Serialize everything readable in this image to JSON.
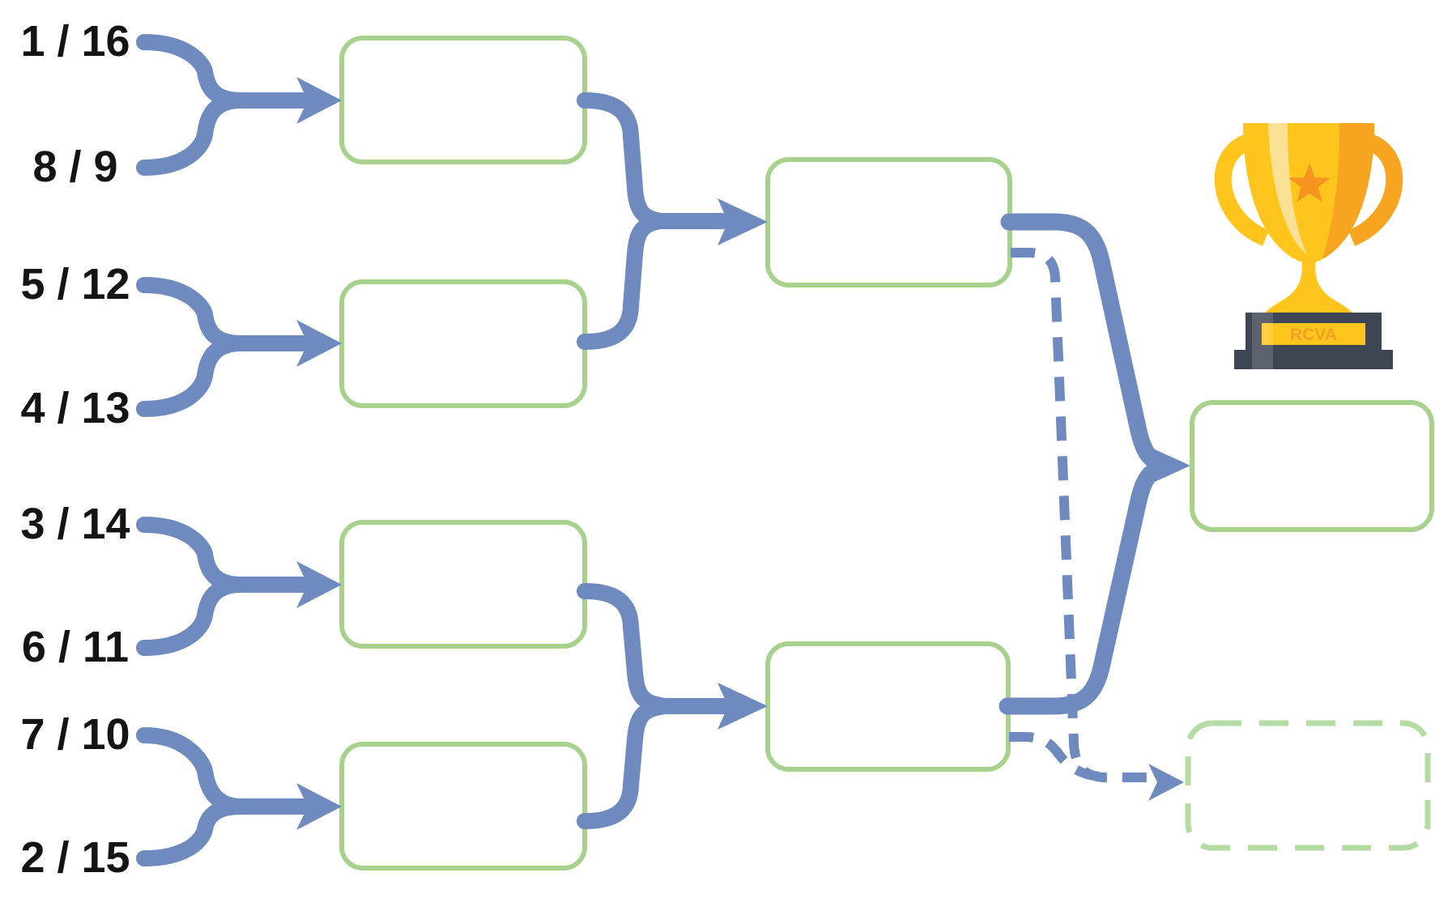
{
  "bracket": {
    "seeds": [
      {
        "label": "1 / 16"
      },
      {
        "label": "8 / 9"
      },
      {
        "label": "5 / 12"
      },
      {
        "label": "4 / 13"
      },
      {
        "label": "3 / 14"
      },
      {
        "label": "6 / 11"
      },
      {
        "label": "7 / 10"
      },
      {
        "label": "2 / 15"
      }
    ]
  },
  "trophy": {
    "plaque_text": "RCVA"
  },
  "colors": {
    "connector": "#6e8abe",
    "box_border": "#a9d18e",
    "third_place_border": "#b4dba2",
    "label_text": "#141414",
    "trophy_gold": "#ffc51d",
    "trophy_gold_dark": "#f7a420",
    "trophy_highlight": "#fbe195",
    "trophy_star": "#f5941f",
    "trophy_base": "#3e4553",
    "trophy_plaque_text": "#ef9a22"
  }
}
